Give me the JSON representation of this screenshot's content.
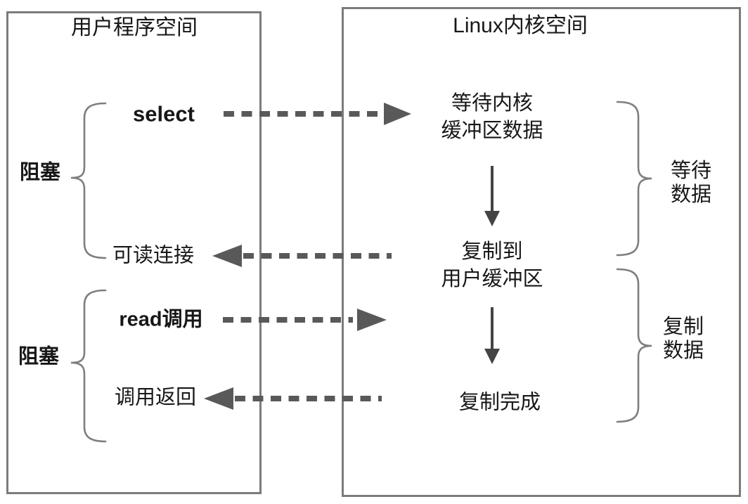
{
  "left_box": {
    "title": "用户程序空间",
    "select_label": "select",
    "readable_label": "可读连接",
    "read_call_label": "read调用",
    "call_return_label": "调用返回",
    "block_label_top": "阻塞",
    "block_label_bottom": "阻塞"
  },
  "right_box": {
    "title": "Linux内核空间",
    "step_wait_line1": "等待内核",
    "step_wait_line2": "缓冲区数据",
    "step_copy_line1": "复制到",
    "step_copy_line2": "用户缓冲区",
    "step_done": "复制完成",
    "brace_wait_line1": "等待",
    "brace_wait_line2": "数据",
    "brace_copy_line1": "复制",
    "brace_copy_line2": "数据"
  },
  "colors": {
    "box_border": "#7b7b7b",
    "dashed_arrow": "#595959",
    "flow_arrow": "#444444",
    "brace": "#7e7e7e",
    "text": "#171717"
  }
}
